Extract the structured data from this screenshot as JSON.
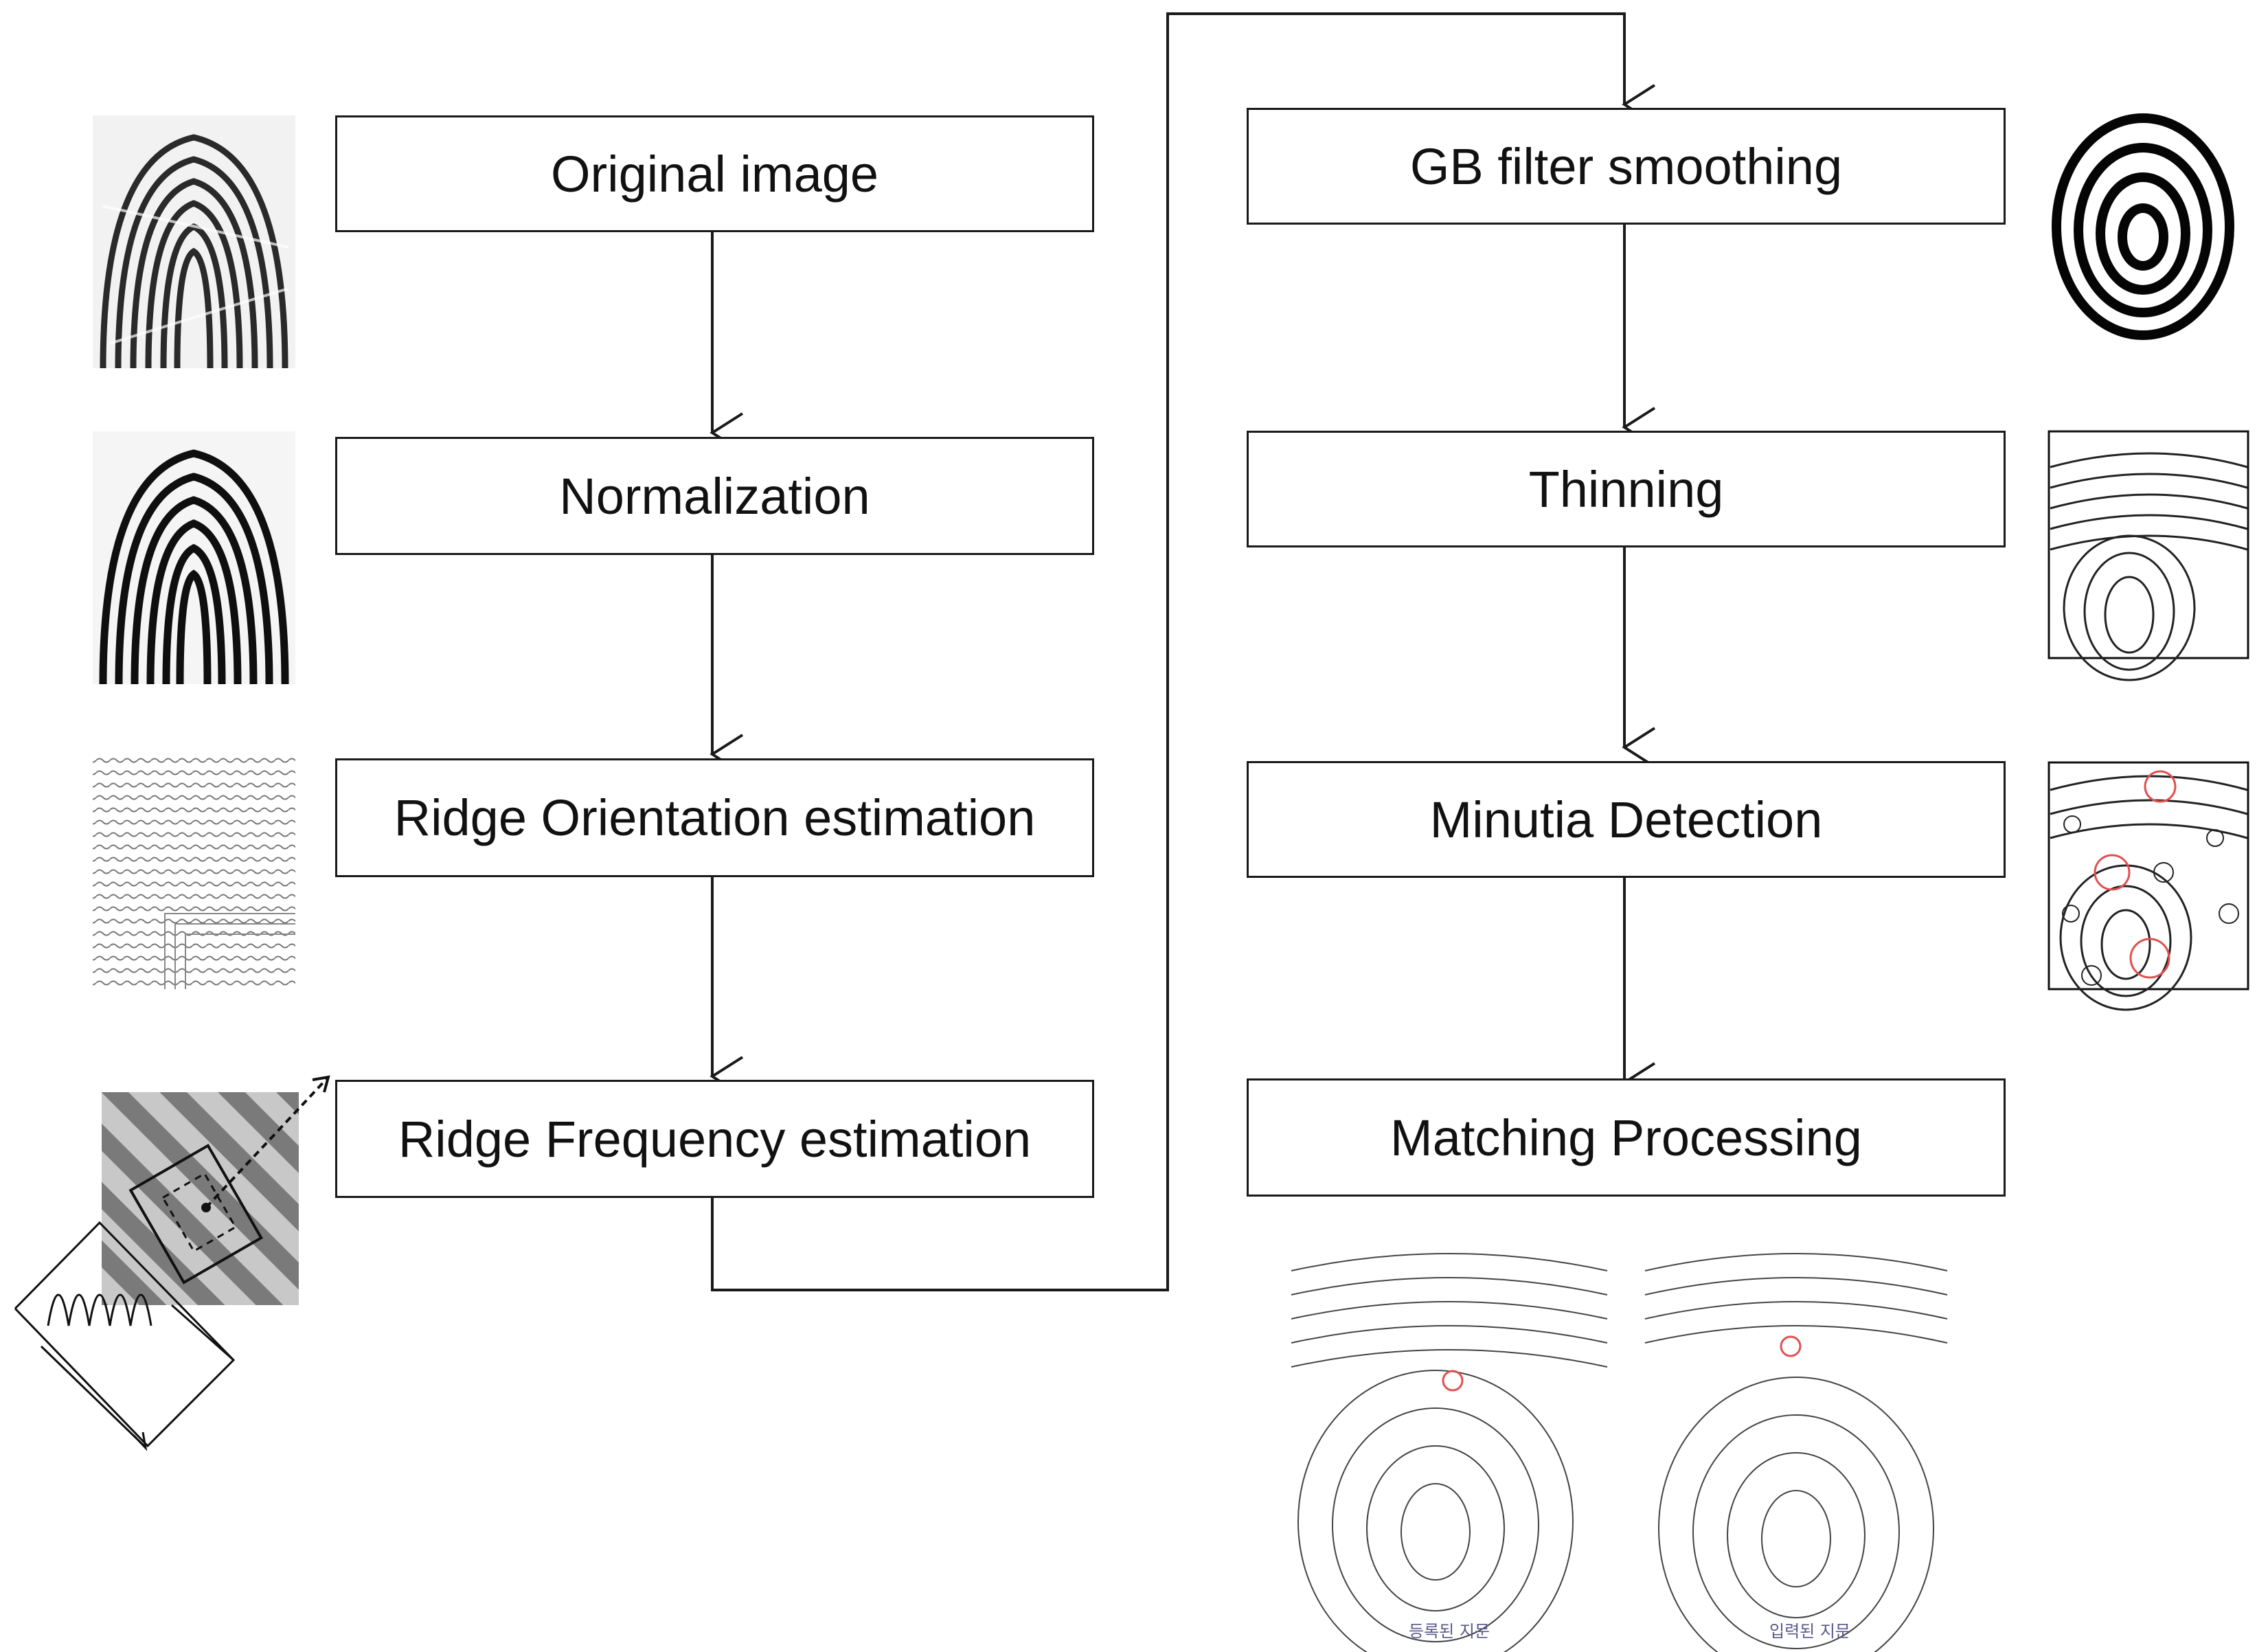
{
  "steps": {
    "original_image": "Original image",
    "normalization": "Normalization",
    "ridge_orientation": "Ridge Orientation  estimation",
    "ridge_frequency": "Ridge Frequency estimation",
    "gb_filter": "GB filter smoothing",
    "thinning": "Thinning",
    "minutia_detection": "Minutia Detection",
    "matching": "Matching Processing"
  },
  "captions": {
    "registered": "등록된 지문",
    "input": "입력된 지문"
  },
  "colors": {
    "stroke": "#1a1a1a",
    "minutia_marker": "#e05050",
    "caption": "#5a5a8c"
  }
}
